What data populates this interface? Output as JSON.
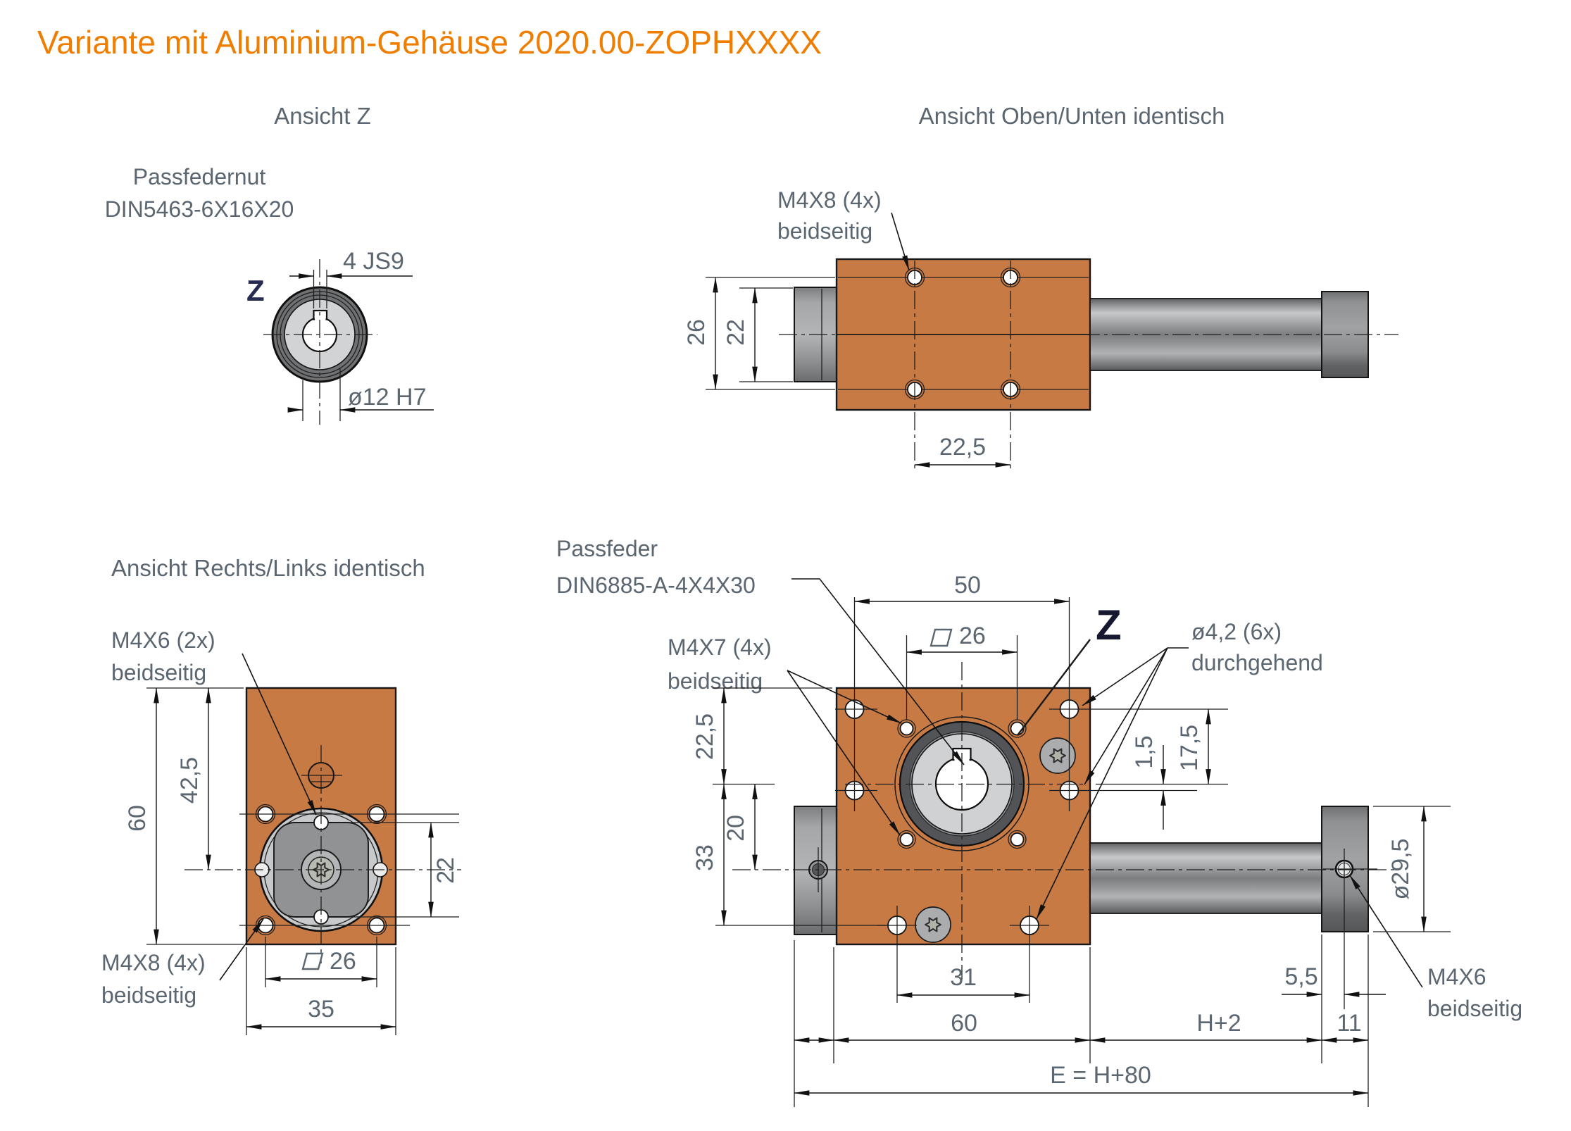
{
  "title": "Variante mit Aluminium-Gehäuse 2020.00-ZOPHXXXX",
  "colors": {
    "accent_title": "#ee7d00",
    "housing_orange": "#c87a45",
    "annotation_gray": "#5b6670",
    "marker_navy": "#272b52",
    "line_black": "#181818"
  },
  "view_z": {
    "title": "Ansicht Z",
    "note1": "Passfedernut",
    "note2": "DIN5463-6X16X20",
    "dim_key": "4 JS9",
    "dim_bore": "ø12 H7",
    "marker": "Z"
  },
  "view_top": {
    "title": "Ansicht Oben/Unten identisch",
    "note1": "M4X8 (4x)",
    "note2": "beidseitig",
    "dim_channel": "26",
    "dim_block": "22",
    "dim_spacing": "22,5"
  },
  "view_side": {
    "title": "Ansicht Rechts/Links identisch",
    "note_a1": "M4X6 (2x)",
    "note_a2": "beidseitig",
    "note_b1": "M4X8 (4x)",
    "note_b2": "beidseitig",
    "dim_height": "60",
    "dim_center": "42,5",
    "dim_holes": "22",
    "dim_square": "26",
    "dim_width": "35"
  },
  "view_front": {
    "note_key1": "Passfeder",
    "note_key2": "DIN6885-A-4X4X30",
    "note_m4x7_1": "M4X7 (4x)",
    "note_m4x7_2": "beidseitig",
    "note_vias1": "ø4,2 (6x)",
    "note_vias2": "durchgehend",
    "note_cap1": "M4X6",
    "note_cap2": "beidseitig",
    "marker": "Z",
    "dim_cols": "50",
    "dim_square": "26",
    "dim_top": "22,5",
    "dim_mid": "20",
    "dim_bottom": "33",
    "dim_off": "1,5",
    "dim_row": "17,5",
    "dim_cap_dia": "ø29,5",
    "dim_lower_span": "31",
    "dim_body": "60",
    "dim_stroke": "H+2",
    "dim_cap_off": "5,5",
    "dim_cap_w": "11",
    "dim_total": "E = H+80"
  }
}
